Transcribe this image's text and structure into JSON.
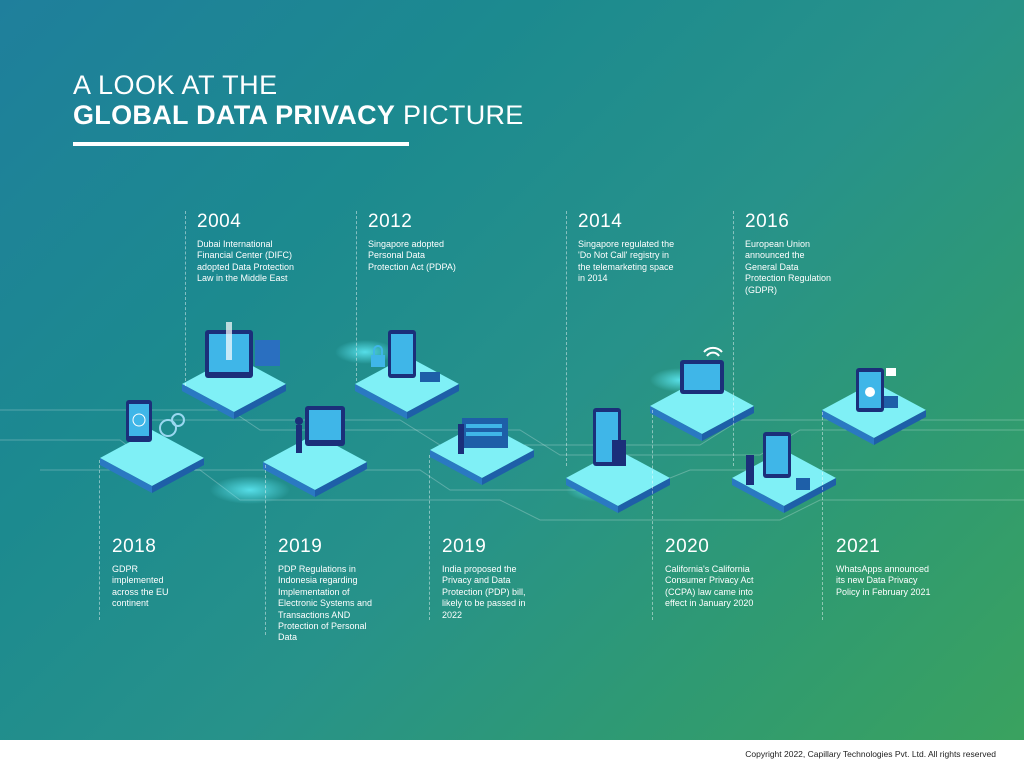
{
  "title": {
    "line1": "A LOOK AT THE",
    "line2_bold": "GLOBAL DATA PRIVACY",
    "line2_rest": " PICTURE"
  },
  "milestones_top": [
    {
      "year": "2004",
      "text": "Dubai International Financial Center (DIFC) adopted Data Protection Law in the Middle East"
    },
    {
      "year": "2012",
      "text": "Singapore adopted Personal Data Protection Act (PDPA)"
    },
    {
      "year": "2014",
      "text": "Singapore regulated the 'Do Not Call' registry in the telemarketing space in 2014"
    },
    {
      "year": "2016",
      "text": "European Union announced the General Data Protection Regulation (GDPR)"
    }
  ],
  "milestones_bottom": [
    {
      "year": "2018",
      "text": "GDPR implemented across the EU continent"
    },
    {
      "year": "2019",
      "text": "PDP Regulations in Indonesia regarding Implementation of Electronic Systems and Transactions AND Protection of Personal Data"
    },
    {
      "year": "2019",
      "text": "India proposed the Privacy and Data Protection (PDP) bill, likely to be passed in 2022"
    },
    {
      "year": "2020",
      "text": "California's California Consumer Privacy Act (CCPA) law came into effect in January 2020"
    },
    {
      "year": "2021",
      "text": "WhatsApps announced its new Data Privacy Policy in February 2021"
    }
  ],
  "footer": {
    "copyright": "Copyright 2022, Capillary Technologies Pvt. Ltd. All rights reserved"
  },
  "colors": {
    "bg_start": "#1f7f9c",
    "bg_end": "#3aa25f",
    "platform_top": "#7ff0f6",
    "platform_side": "#1e5fa8",
    "device_dark": "#1b2f7a"
  }
}
